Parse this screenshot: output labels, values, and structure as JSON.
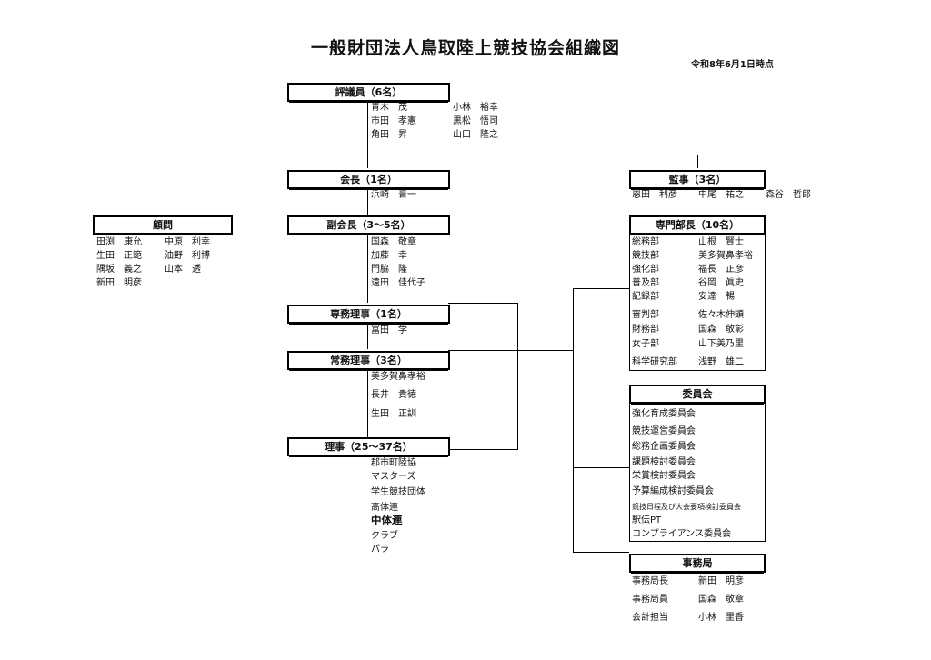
{
  "title": "一般財団法人鳥取陸上競技協会組織図",
  "date": "令和8年6月1日時点",
  "council": {
    "label": "評議員（6名）",
    "members": [
      {
        "a": "青木　茂",
        "b": "小林　裕幸"
      },
      {
        "a": "市田　孝憲",
        "b": "黒松　悟司"
      },
      {
        "a": "角田　昇",
        "b": "山口　隆之"
      }
    ]
  },
  "president": {
    "label": "会長（1名）",
    "members": [
      "浜崎　晋一"
    ]
  },
  "auditors": {
    "label": "監事（3名）",
    "members": [
      "恩田　利彦",
      "中尾　祐之",
      "森谷　哲郎"
    ]
  },
  "advisors": {
    "label": "顧問",
    "members": [
      {
        "a": "田渕　康允",
        "b": "中原　利幸"
      },
      {
        "a": "生田　正範",
        "b": "油野　利博"
      },
      {
        "a": "隅坂　義之",
        "b": "山本　透"
      },
      {
        "a": "新田　明彦",
        "b": ""
      }
    ]
  },
  "vice_president": {
    "label": "副会長（3～5名）",
    "members": [
      "国森　敬章",
      "加藤　幸",
      "門脇　隆",
      "遠田　佳代子"
    ]
  },
  "exec_director": {
    "label": "専務理事（1名）",
    "members": [
      "冨田　学"
    ]
  },
  "managing_director": {
    "label": "常務理事（3名）",
    "members": [
      "美多賀鼻孝裕",
      "長井　貴徳",
      "生田　正訓"
    ]
  },
  "directors": {
    "label": "理事（25～37名）",
    "members": [
      "郡市町陸協",
      "マスターズ",
      "学生競技団体",
      "高体連",
      "中体連",
      "クラブ",
      "パラ"
    ]
  },
  "dept_heads": {
    "label": "専門部長（10名）",
    "members": [
      {
        "dept": "総務部",
        "name": "山根　賢士"
      },
      {
        "dept": "競技部",
        "name": "美多賀鼻孝裕"
      },
      {
        "dept": "強化部",
        "name": "福長　正彦"
      },
      {
        "dept": "普及部",
        "name": "谷岡　眞史"
      },
      {
        "dept": "記録部",
        "name": "安達　暢"
      },
      {
        "dept": "審判部",
        "name": "佐々木伸顕"
      },
      {
        "dept": "財務部",
        "name": "国森　敬彰"
      },
      {
        "dept": "女子部",
        "name": "山下美乃里"
      },
      {
        "dept": "科学研究部",
        "name": "浅野　雄二"
      }
    ]
  },
  "committees": {
    "label": "委員会",
    "items": [
      "強化育成委員会",
      "競技運営委員会",
      "総務企画委員会",
      "課題検討委員会",
      "栄賞検討委員会",
      "予算編成検討委員会",
      "競技日程及び大会要項検討委員会",
      "駅伝PT",
      "コンプライアンス委員会"
    ]
  },
  "secretariat": {
    "label": "事務局",
    "members": [
      {
        "role": "事務局長",
        "name": "新田　明彦"
      },
      {
        "role": "事務局員",
        "name": "国森　敬章"
      },
      {
        "role": "会計担当",
        "name": "小林　里香"
      }
    ]
  }
}
